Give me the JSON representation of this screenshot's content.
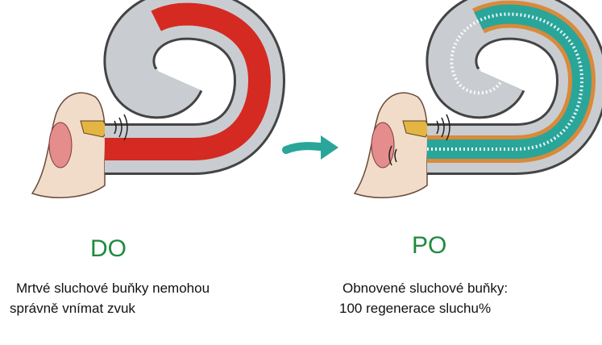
{
  "before": {
    "heading": "DO",
    "caption_line1": "Mrtvé sluchové buňky nemohou",
    "caption_line2": "správně vnímat zvuk"
  },
  "after": {
    "heading": "PO",
    "caption_line1": "Obnovené sluchové buňky:",
    "caption_line2": "100 regenerace sluchu%"
  },
  "colors": {
    "heading": "#1e8a3e",
    "damaged": "#d42a22",
    "restored": "#2aa59a",
    "hair_cells": "#d98a3a",
    "arrow": "#2aa59a"
  }
}
